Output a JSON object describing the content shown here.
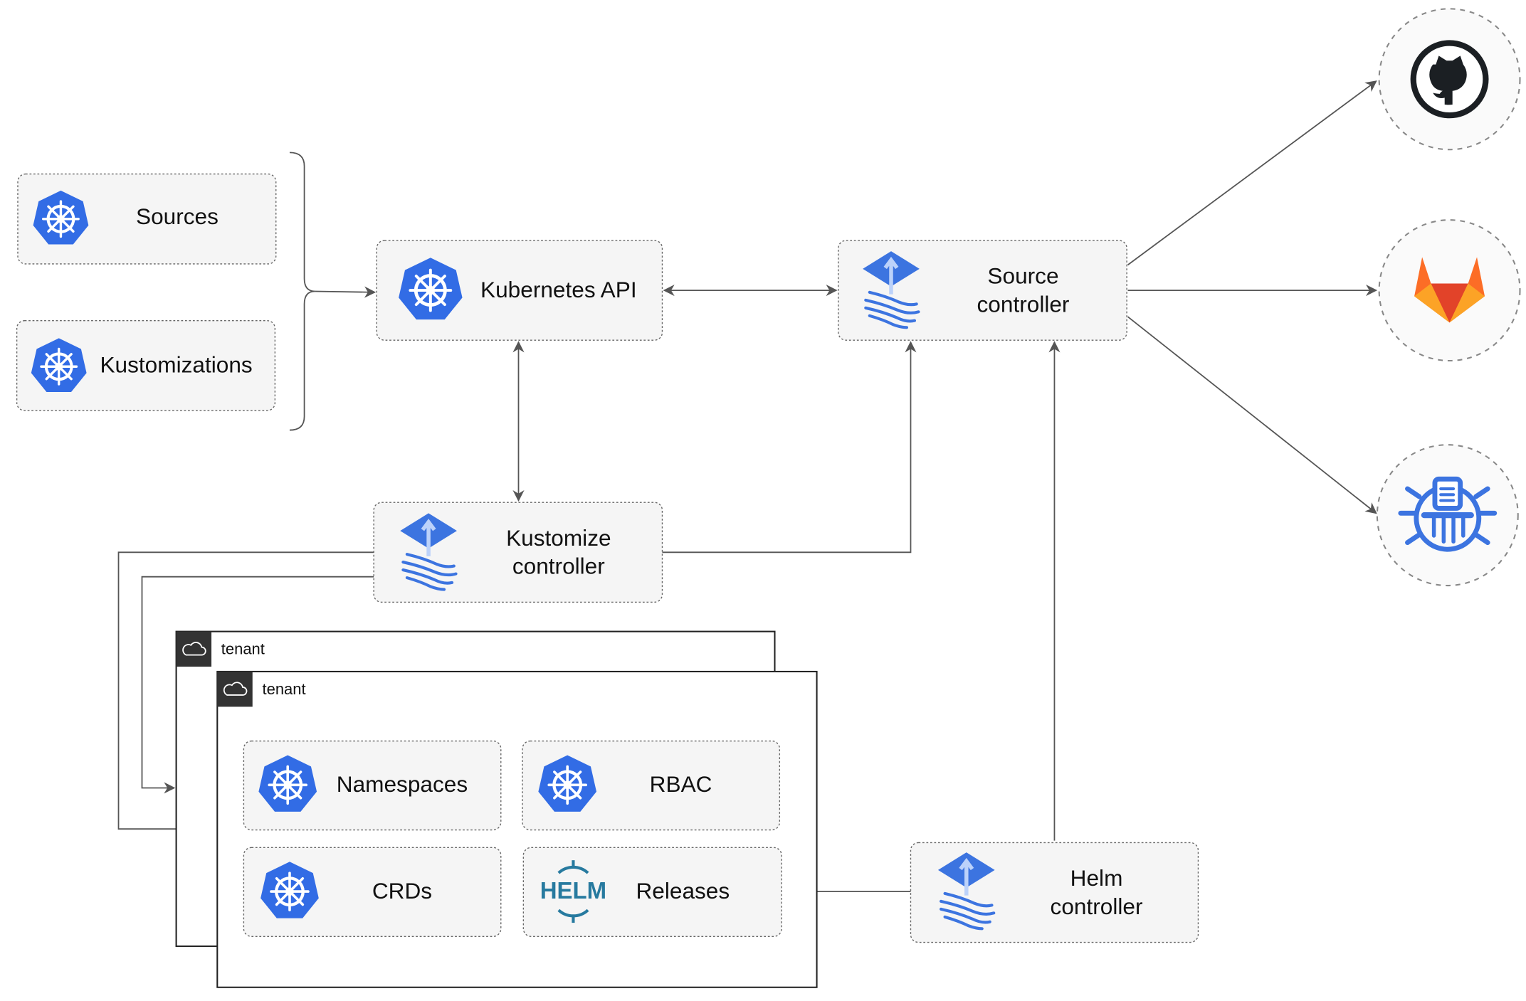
{
  "nodes": {
    "sources": "Sources",
    "kustomizations": "Kustomizations",
    "kubernetes_api": "Kubernetes API",
    "source_controller": [
      "Source",
      "controller"
    ],
    "kustomize_controller": [
      "Kustomize",
      "controller"
    ],
    "helm_controller": [
      "Helm",
      "controller"
    ],
    "tenant_back": "tenant",
    "tenant_front": "tenant",
    "namespaces": "Namespaces",
    "rbac": "RBAC",
    "crds": "CRDs",
    "releases": "Releases",
    "helm_logo": "HELM"
  },
  "colors": {
    "k8s_blue": "#326ce5",
    "flux_blue": "#3c74e0",
    "helm_blue": "#277a9f",
    "github": "#1b1f23",
    "gitlab": "#e24329"
  }
}
